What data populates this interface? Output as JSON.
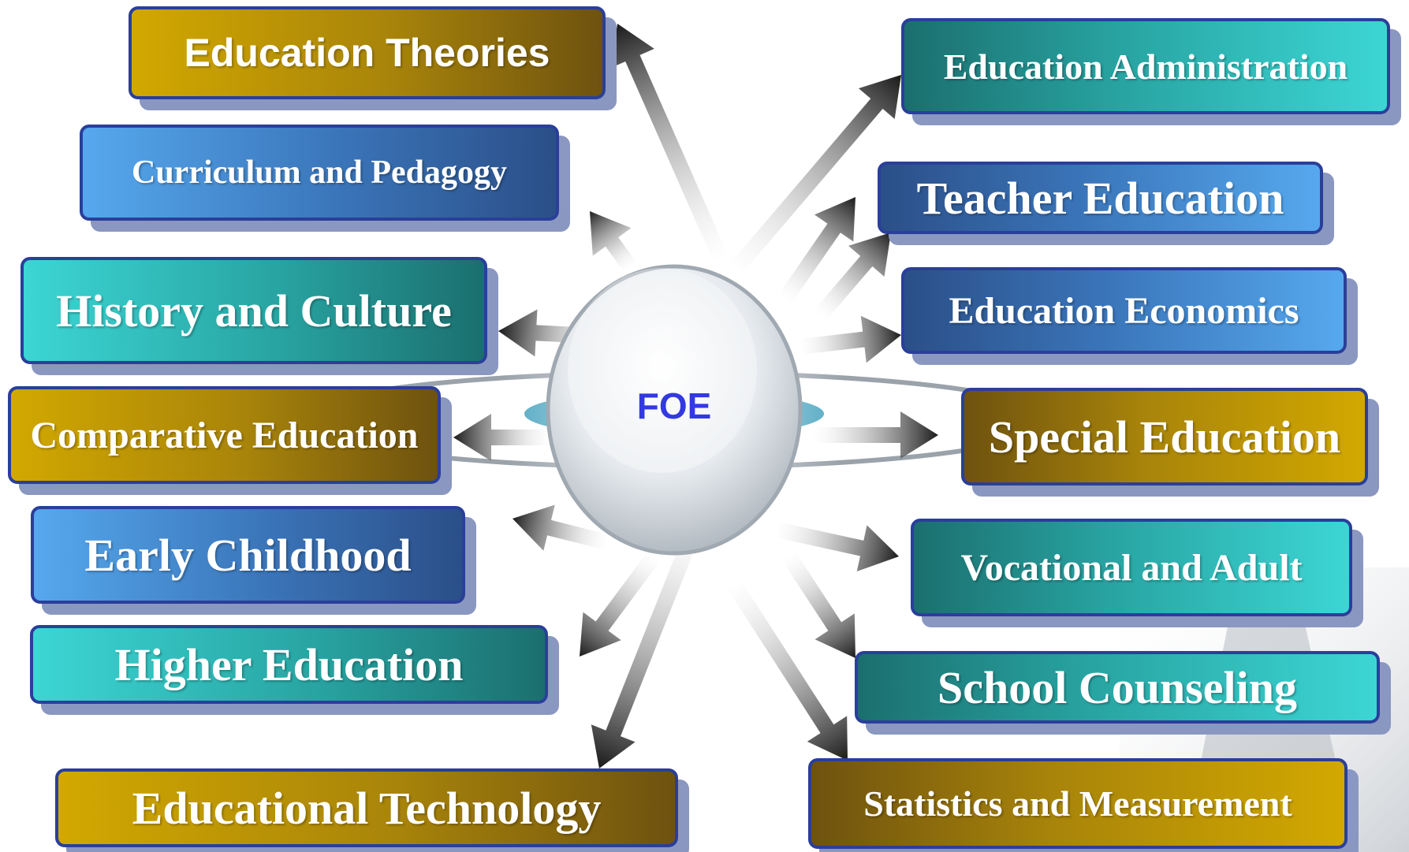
{
  "center": {
    "label": "FOE"
  },
  "topics": [
    {
      "id": "education-theories",
      "label": "Education Theories"
    },
    {
      "id": "curriculum-and-pedagogy",
      "label": "Curriculum and Pedagogy"
    },
    {
      "id": "history-and-culture",
      "label": "History and Culture"
    },
    {
      "id": "comparative-education",
      "label": "Comparative Education"
    },
    {
      "id": "early-childhood",
      "label": "Early Childhood"
    },
    {
      "id": "higher-education",
      "label": "Higher Education"
    },
    {
      "id": "educational-technology",
      "label": "Educational Technology"
    },
    {
      "id": "education-administration",
      "label": "Education Administration"
    },
    {
      "id": "teacher-education",
      "label": "Teacher Education"
    },
    {
      "id": "education-economics",
      "label": "Education Economics"
    },
    {
      "id": "special-education",
      "label": "Special Education"
    },
    {
      "id": "vocational-and-adult",
      "label": "Vocational and Adult"
    },
    {
      "id": "school-counseling",
      "label": "School Counseling"
    },
    {
      "id": "statistics-and-measurement",
      "label": "Statistics and Measurement"
    }
  ],
  "colors": {
    "gold": "#d2a800",
    "blue": "#3a74b8",
    "teal": "#28a4a2",
    "border": "#2a3f9a",
    "center_text": "#3339e0"
  }
}
